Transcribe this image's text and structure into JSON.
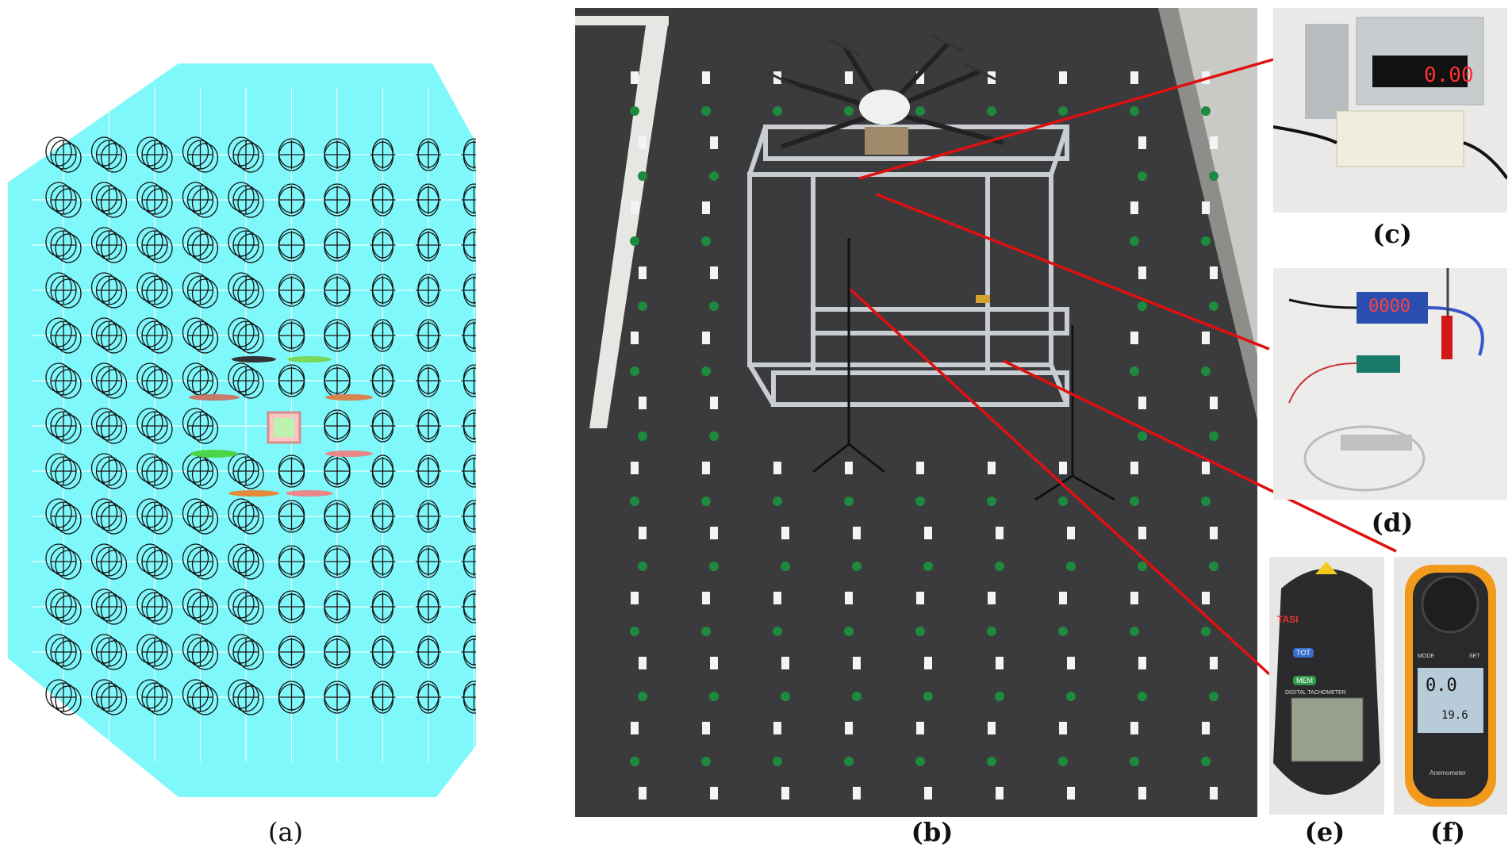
{
  "figure": {
    "labels": {
      "a": "(a)",
      "b": "(b)",
      "c": "(c)",
      "d": "(d)",
      "e": "(e)",
      "f": "(f)"
    }
  },
  "panel_a": {
    "description_icons": [
      "circle-grid-icon",
      "drone-icon"
    ],
    "background_color": "#7ff8fb",
    "grid_rows": 13,
    "grid_cols": 11
  },
  "panel_c": {
    "display_value": "0.00"
  },
  "panel_d": {
    "display_value": "0000"
  },
  "panel_e": {
    "brand": "TASI",
    "button_1": "TOT",
    "button_2": "MEM",
    "caption": "DIGITAL TACHOMETER"
  },
  "panel_f": {
    "button_left": "MODE",
    "button_right": "SET",
    "reading_1": "0.0",
    "reading_2": "19.6",
    "caption": "Anemometer"
  },
  "colors": {
    "accent_red": "#e01010",
    "asphalt": "#3b3b3d",
    "sensor_green": "#1e8a3e",
    "anemometer_orange": "#f29a1c"
  }
}
